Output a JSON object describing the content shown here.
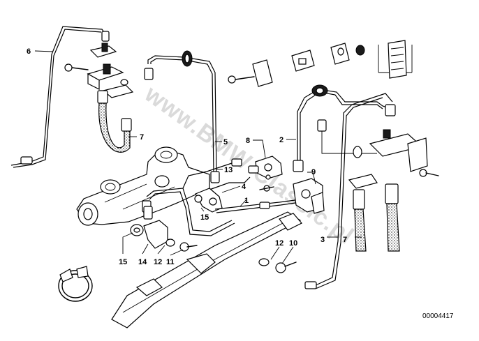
{
  "watermark": "www.BMW-Classic.pl",
  "drawing_code": "00004417",
  "callouts": {
    "c1": "1",
    "c2": "2",
    "c3": "3",
    "c4": "4",
    "c5": "5",
    "c6": "6",
    "c7a": "7",
    "c7b": "7",
    "c8": "8",
    "c9": "9",
    "c10": "10",
    "c11": "11",
    "c12a": "12",
    "c12b": "12",
    "c13": "13",
    "c14": "14",
    "c15a": "15",
    "c15b": "15"
  }
}
